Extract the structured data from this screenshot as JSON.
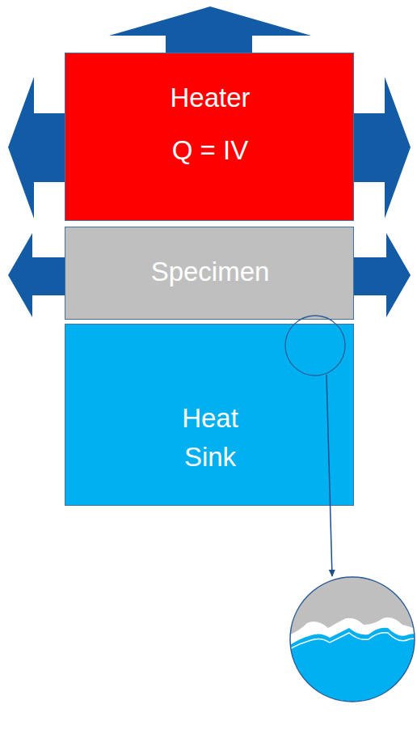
{
  "diagram": {
    "nodes": [
      {
        "text": [
          "Heater",
          "Q = IV"
        ]
      },
      {
        "text": [
          "Specimen"
        ]
      },
      {
        "text": [
          "Heat Sink"
        ]
      }
    ]
  }
}
